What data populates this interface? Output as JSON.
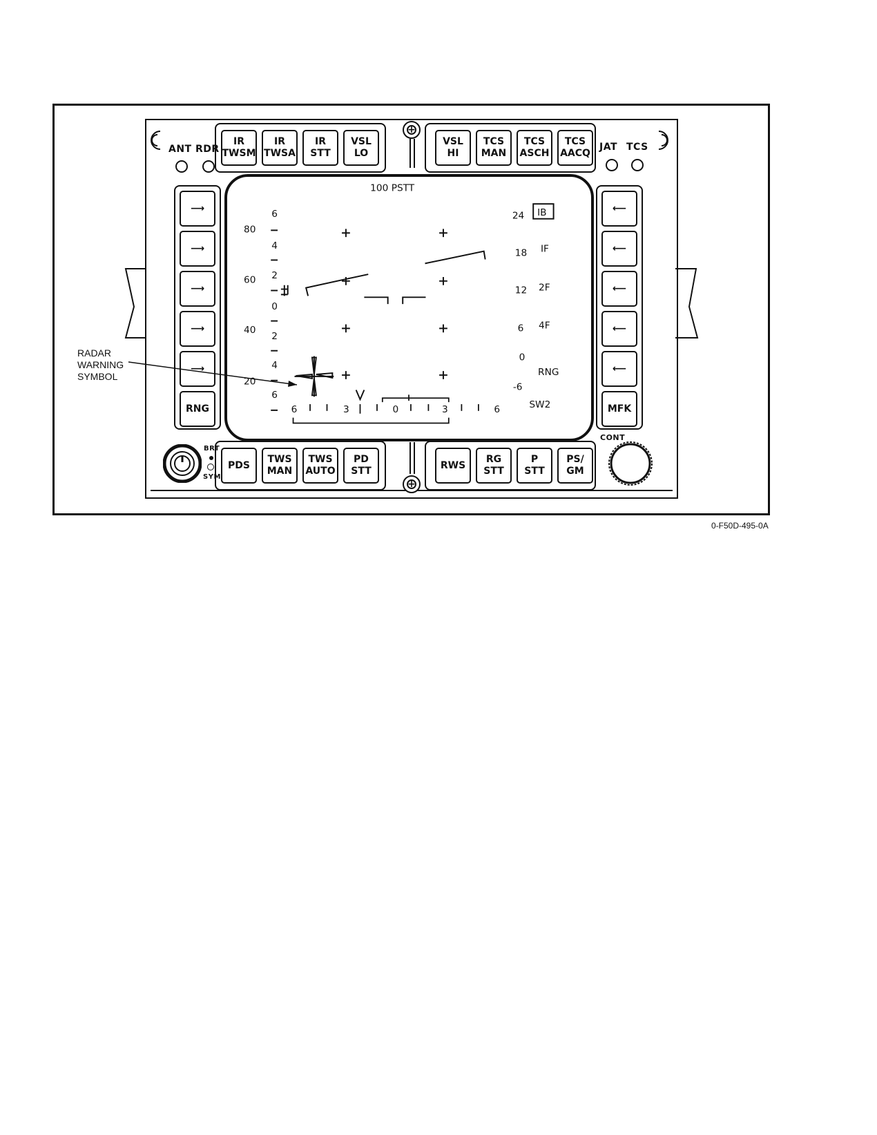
{
  "top_left_buttons": [
    "IR\nTWSM",
    "IR\nTWSA",
    "IR\nSTT",
    "VSL\nLO"
  ],
  "top_right_buttons": [
    "VSL\nHI",
    "TCS\nMAN",
    "TCS\nASCH",
    "TCS\nAACQ"
  ],
  "bottom_left_buttons": [
    "PDS",
    "TWS\nMAN",
    "TWS\nAUTO",
    "PD\nSTT"
  ],
  "bottom_right_buttons": [
    "RWS",
    "RG\nSTT",
    "P\nSTT",
    "PS/\nGM"
  ],
  "left_buttons": {
    "arrow_icon": "arrow-right-icon",
    "count": 5,
    "bottom_label": "RNG"
  },
  "right_buttons": {
    "arrow_icon": "arrow-left-icon",
    "count": 5,
    "bottom_label": "MFK"
  },
  "lamps": {
    "ant": "ANT",
    "rdr": "RDR",
    "jat": "JAT",
    "tcs": "TCS"
  },
  "knobs": {
    "brt": "BRT",
    "sym": "SYM",
    "cont": "CONT"
  },
  "screen": {
    "title": "100 PSTT",
    "altitude_scale": [
      "80",
      "60",
      "40",
      "20"
    ],
    "elevation_scale": [
      "6",
      "4",
      "2",
      "0",
      "2",
      "4",
      "6"
    ],
    "range_scale": [
      "24",
      "18",
      "12",
      "6",
      "0",
      "-6"
    ],
    "mode_labels": [
      "IB",
      "IF",
      "2F",
      "4F",
      "RNG",
      "SW2"
    ],
    "azimuth_scale": [
      "6",
      "3",
      "0",
      "3",
      "6"
    ]
  },
  "callout": "RADAR\nWARNING\nSYMBOL",
  "figure_id": "0-F50D-495-0A"
}
